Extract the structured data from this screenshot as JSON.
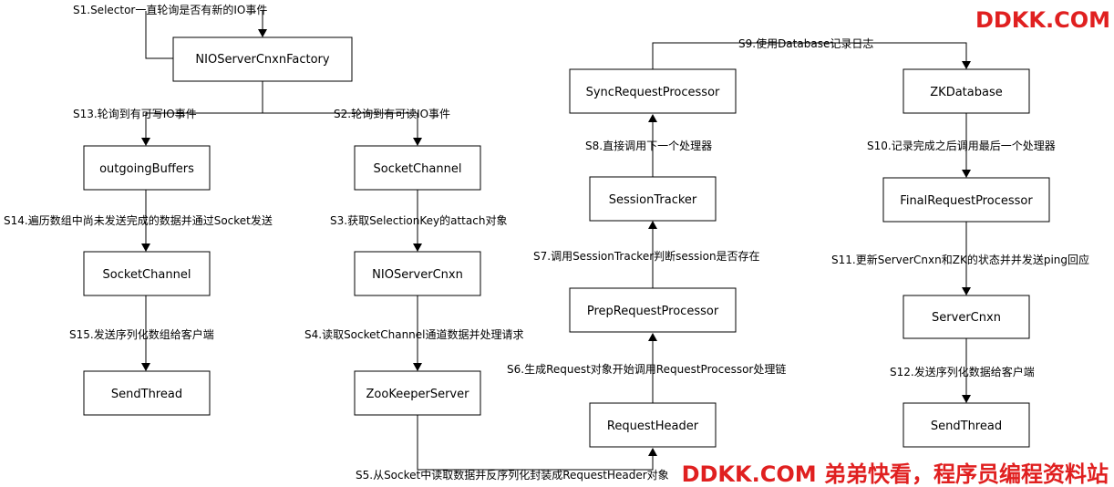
{
  "watermark": {
    "top": "DDKK.COM",
    "bottom": "DDKK.COM 弟弟快看，程序员编程资料站",
    "color": "#e02020"
  },
  "nodes": {
    "factory": "NIOServerCnxnFactory",
    "outgoing": "outgoingBuffers",
    "socketch_right": "SocketChannel",
    "socketch_left": "SocketChannel",
    "nioservercnxn": "NIOServerCnxn",
    "sendthread_left": "SendThread",
    "zkserver": "ZooKeeperServer",
    "syncproc": "SyncRequestProcessor",
    "sessiontracker": "SessionTracker",
    "prepproc": "PrepRequestProcessor",
    "requestheader": "RequestHeader",
    "zkdatabase": "ZKDatabase",
    "finalproc": "FinalRequestProcessor",
    "servercnxn": "ServerCnxn",
    "sendthread_right": "SendThread"
  },
  "edges": {
    "s1": "S1.Selector一直轮询是否有新的IO事件",
    "s2": "S2.轮询到有可读IO事件",
    "s3": "S3.获取SelectionKey的attach对象",
    "s4": "S4.读取SocketChannel通道数据并处理请求",
    "s5": "S5.从Socket中读取数据并反序列化封装成RequestHeader对象",
    "s6": "S6.生成Request对象开始调用RequestProcessor处理链",
    "s7": "S7.调用SessionTracker判断session是否存在",
    "s8": "S8.直接调用下一个处理器",
    "s9": "S9.使用Database记录日志",
    "s10": "S10.记录完成之后调用最后一个处理器",
    "s11": "S11.更新ServerCnxn和ZK的状态并并发送ping回应",
    "s12": "S12.发送序列化数据给客户端",
    "s13": "S13.轮询到有可写IO事件",
    "s14": "S14.遍历数组中尚未发送完成的数据并通过Socket发送",
    "s15": "S15.发送序列化数组给客户端"
  }
}
